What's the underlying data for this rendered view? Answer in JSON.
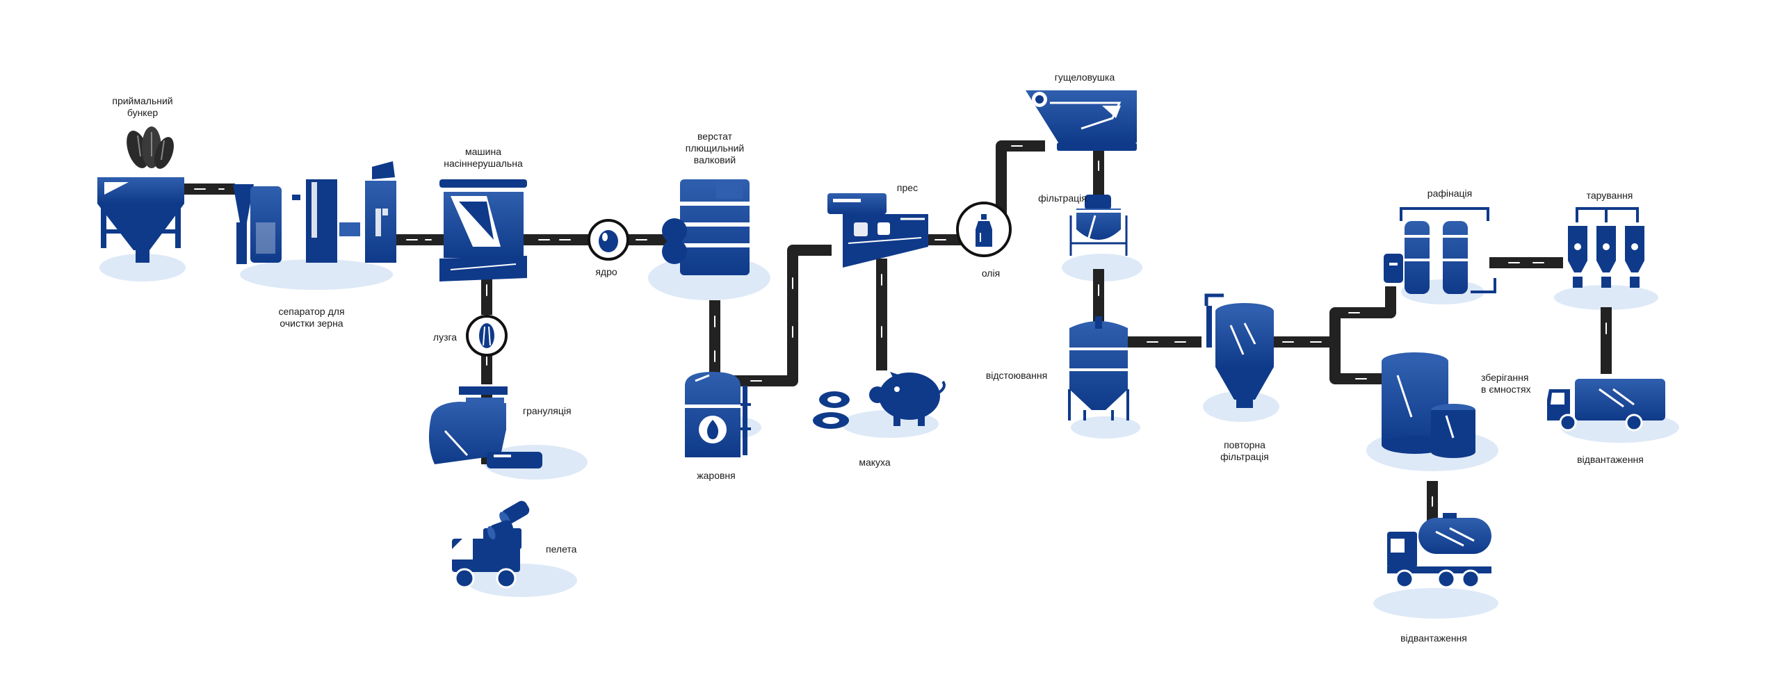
{
  "colors": {
    "primary": "#0f3a8a",
    "primary_light": "#2f5fae",
    "pipe": "#222222",
    "shadow": "#dde9f7",
    "bg": "#ffffff"
  },
  "labels": {
    "receiving_hopper": [
      "приймальний",
      "бункер"
    ],
    "grain_separator": [
      "сепаратор для",
      "очистки зерна"
    ],
    "dehuller": [
      "машина",
      "насіннерушальна"
    ],
    "kernel": "ядро",
    "husk": "лузга",
    "granulation": "грануляція",
    "pellet": "пелета",
    "roller_mill": [
      "верстат",
      "плющильний",
      "валковий"
    ],
    "roaster": "жаровня",
    "press": "прес",
    "cake": "макуха",
    "oil": "олія",
    "sludge_trap": "гущеловушка",
    "filtration": "фільтрація",
    "settling": "відстоювання",
    "refiltration": [
      "повторна",
      "фільтрація"
    ],
    "refining": "рафінація",
    "packaging": "тарування",
    "storage": [
      "зберігання",
      "в ємностях"
    ],
    "shipment_truck": "відвантаження",
    "shipment_tanker": "відвантаження"
  },
  "icons": [
    "sunflower-seeds-icon",
    "hopper-icon",
    "separator-icon",
    "dehuller-icon",
    "kernel-icon",
    "husk-icon",
    "granulator-icon",
    "pellet-truck-icon",
    "roller-mill-icon",
    "roaster-icon",
    "press-icon",
    "cake-piggy-icon",
    "oil-bottle-icon",
    "sludge-trap-icon",
    "filter-tank-icon",
    "settling-tank-icon",
    "refilter-silo-icon",
    "refining-tanks-icon",
    "packaging-icon",
    "storage-tanks-icon",
    "box-truck-icon",
    "tanker-truck-icon"
  ]
}
